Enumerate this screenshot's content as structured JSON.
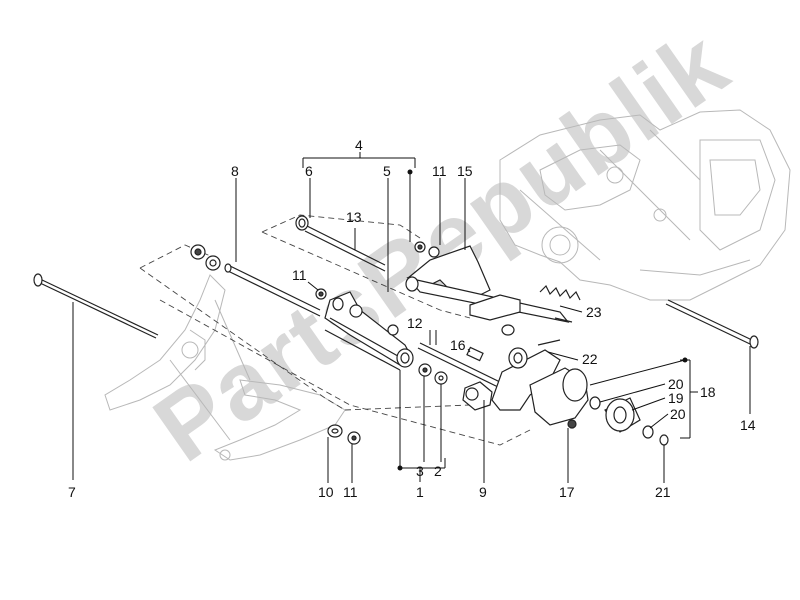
{
  "watermark": "PartsRepublik",
  "callouts": {
    "c1": "1",
    "c2": "2",
    "c3": "3",
    "c4": "4",
    "c5": "5",
    "c6": "6",
    "c7": "7",
    "c8": "8",
    "c9": "9",
    "c10": "10",
    "c11a": "11",
    "c11b": "11",
    "c11c": "11",
    "c12": "12",
    "c13": "13",
    "c14": "14",
    "c15": "15",
    "c16": "16",
    "c17": "17",
    "c18": "18",
    "c19": "19",
    "c20a": "20",
    "c20b": "20",
    "c21": "21",
    "c22": "22",
    "c23": "23"
  }
}
